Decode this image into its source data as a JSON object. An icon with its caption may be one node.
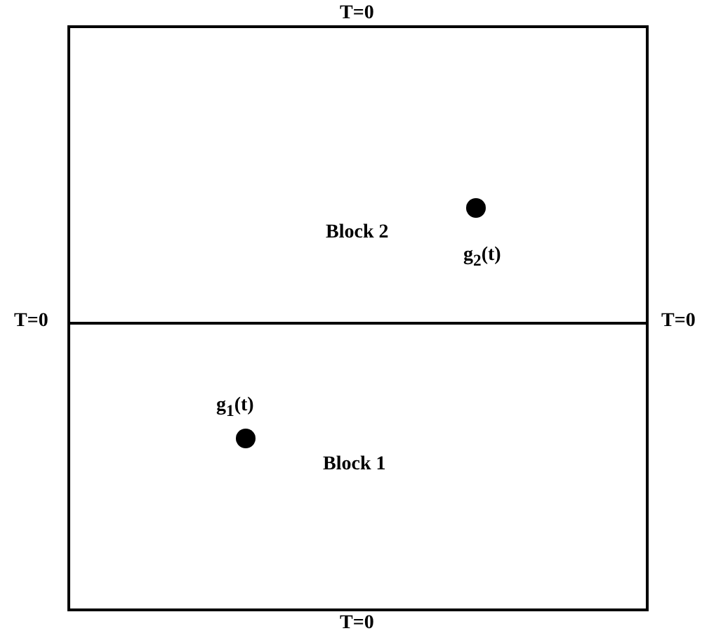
{
  "diagram": {
    "nodes": [
      {
        "text": [
          "Block 2"
        ]
      },
      {
        "text": [],
        "shape": "circle",
        "in": 0,
        "beside": [
          "g$_{2}$(t)"
        ]
      },
      {
        "text": [
          "Block 1"
        ]
      },
      {
        "text": [],
        "shape": "circle",
        "in": 2,
        "beside": [
          "g$_{1}$(t)"
        ]
      }
    ],
    "edges": [],
    "labels": [
      "T=0",
      "T=0",
      "T=0",
      "T=0"
    ]
  }
}
